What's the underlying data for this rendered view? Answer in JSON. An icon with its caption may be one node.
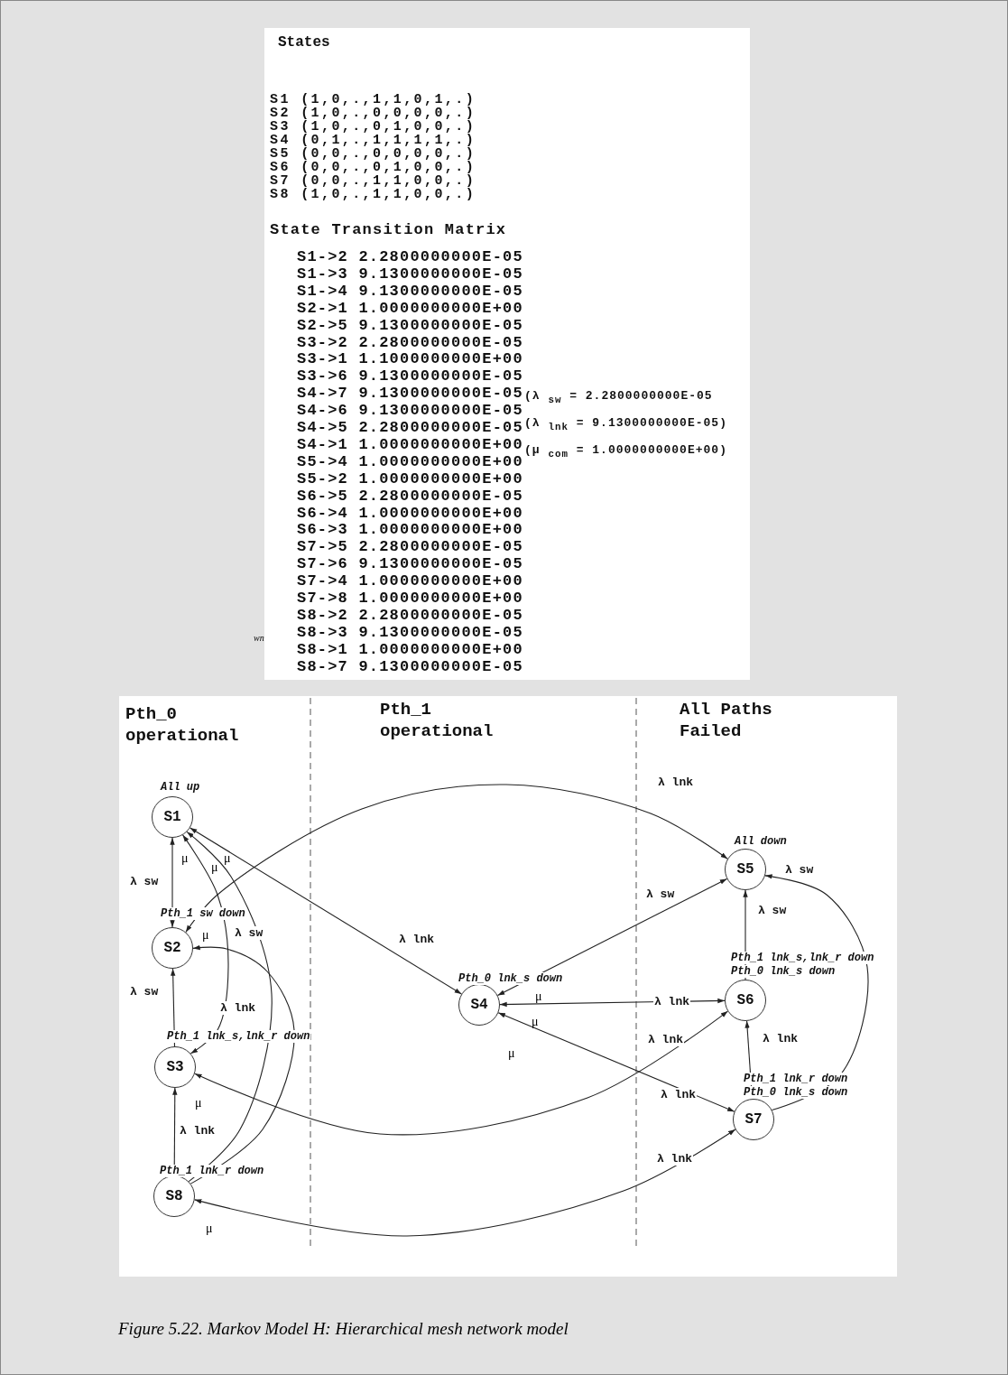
{
  "diagram": {
    "caption": "Figure 5.22. Markov Model H: Hierarchical mesh network model",
    "nodes": [
      {
        "text": [
          "S1"
        ],
        "beside": [
          "All up"
        ]
      },
      {
        "text": [
          "S2"
        ],
        "beside": [
          "Pth_1 sw down"
        ]
      },
      {
        "text": [
          "S3"
        ],
        "beside": [
          "Pth_1 lnk_s,lnk_r down"
        ]
      },
      {
        "text": [
          "S4"
        ],
        "beside": [
          "Pth_0 lnk_s down"
        ]
      },
      {
        "text": [
          "S5"
        ],
        "beside": [
          "All down"
        ]
      },
      {
        "text": [
          "S6"
        ],
        "beside": [
          "Pth_1 lnk_s,lnk_r down",
          "Pth_0 lnk_s down"
        ]
      },
      {
        "text": [
          "S7"
        ],
        "beside": [
          "Pth_1 lnk_r down",
          "Pth_0 lnk_s down"
        ]
      },
      {
        "text": [
          "S8"
        ],
        "beside": [
          "Pth_1 lnk_r down"
        ]
      }
    ],
    "edges": [
      {
        "from": 0,
        "to": 1,
        "arrow": "both",
        "label": "λ sw"
      },
      {
        "from": 1,
        "to": 4,
        "arrow": "both",
        "label": "λ lnk"
      },
      {
        "from": 0,
        "to": 2,
        "arrow": "both",
        "label": "λ lnk"
      },
      {
        "from": 7,
        "to": 1,
        "arrow": "to",
        "label": "λ sw"
      },
      {
        "from": 7,
        "to": 0,
        "arrow": "to"
      },
      {
        "from": 2,
        "to": 1,
        "arrow": "to",
        "label": "λ sw"
      },
      {
        "from": 7,
        "to": 2,
        "arrow": "to",
        "label": "λ lnk"
      },
      {
        "from": 2,
        "to": 5,
        "arrow": "both",
        "label": "λ lnk"
      },
      {
        "from": 7,
        "to": 6,
        "arrow": "both",
        "label": "λ lnk"
      },
      {
        "from": 0,
        "to": 3,
        "arrow": "both",
        "label": "λ lnk"
      },
      {
        "from": 3,
        "to": 4,
        "arrow": "both",
        "label": "λ sw"
      },
      {
        "from": 3,
        "to": 5,
        "arrow": "both",
        "label": "λ lnk"
      },
      {
        "from": 3,
        "to": 6,
        "arrow": "both",
        "label": "λ lnk"
      },
      {
        "from": 5,
        "to": 4,
        "arrow": "to",
        "label": "λ sw"
      },
      {
        "from": 6,
        "to": 5,
        "arrow": "to",
        "label": "λ lnk"
      },
      {
        "from": 6,
        "to": 4,
        "arrow": "to",
        "label": "λ sw"
      }
    ],
    "labels": [
      "States",
      "S1 (1,0,.,1,1,0,1,.)",
      "S2 (1,0,.,0,0,0,0,.)",
      "S3 (1,0,.,0,1,0,0,.)",
      "S4 (0,1,.,1,1,1,1,.)",
      "S5 (0,0,.,0,0,0,0,.)",
      "S6 (0,0,.,0,1,0,0,.)",
      "S7 (0,0,.,1,1,0,0,.)",
      "S8 (1,0,.,1,1,0,0,.)",
      "State Transition Matrix",
      "S1->2 2.2800000000E-05",
      "S1->3 9.1300000000E-05",
      "S1->4 9.1300000000E-05",
      "S2->1 1.0000000000E+00",
      "S2->5 9.1300000000E-05",
      "S3->2 2.2800000000E-05",
      "S3->1 1.1000000000E+00",
      "S3->6 9.1300000000E-05",
      "S4->7 9.1300000000E-05",
      "S4->6 9.1300000000E-05",
      "S4->5 2.2800000000E-05",
      "S4->1 1.0000000000E+00",
      "S5->4 1.0000000000E+00",
      "S5->2 1.0000000000E+00",
      "S6->5 2.2800000000E-05",
      "S6->4 1.0000000000E+00",
      "S6->3 1.0000000000E+00",
      "S7->5 2.2800000000E-05",
      "S7->6 9.1300000000E-05",
      "S7->4 1.0000000000E+00",
      "S7->8 1.0000000000E+00",
      "S8->2 2.2800000000E-05",
      "S8->3 9.1300000000E-05",
      "S8->1 1.0000000000E+00",
      "S8->7 9.1300000000E-05",
      "(λ $_{sw}$ = 2.2800000000E-05",
      "(λ $_{lnk}$ = 9.1300000000E-05)",
      "(μ $_{com}$ = 1.0000000000E+00)",
      "wn",
      "Pth_0 operational",
      "Pth_1 operational",
      "All Paths Failed",
      "μ",
      "μ",
      "μ",
      "μ",
      "μ",
      "μ",
      "μ",
      "μ",
      "μ"
    ]
  }
}
